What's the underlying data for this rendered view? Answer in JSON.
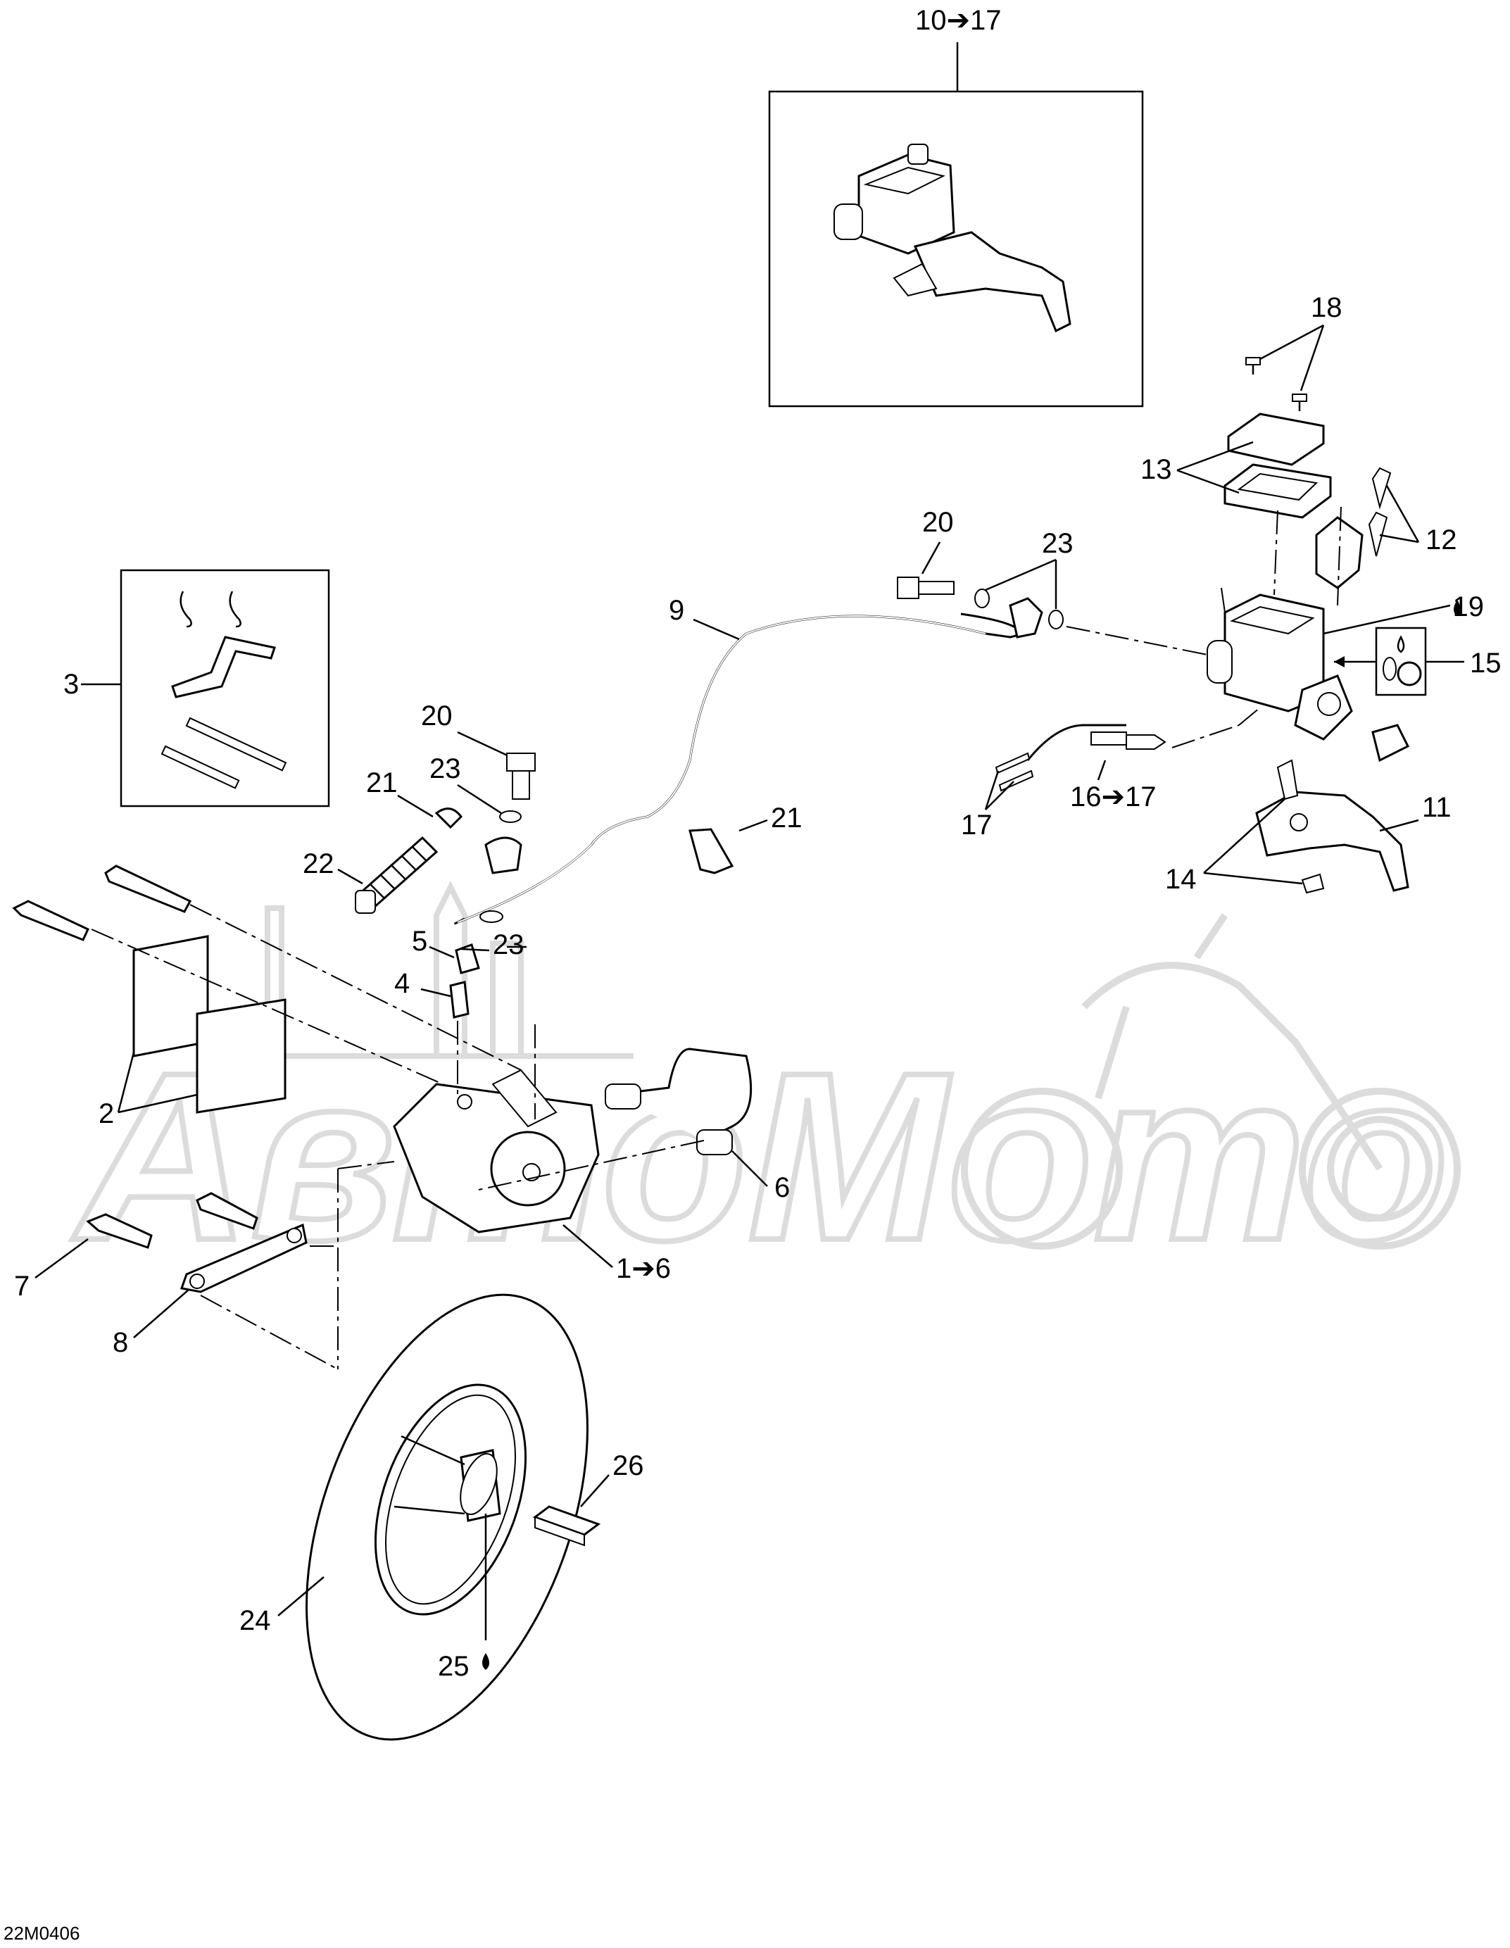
{
  "diagram_code": "22M0406",
  "watermark": "АвтоМото",
  "callouts": {
    "c10_17": "10➔17",
    "c18": "18",
    "c13": "13",
    "c12": "12",
    "c19": "19",
    "c15": "15",
    "c20a": "20",
    "c23a": "23",
    "c9": "9",
    "c3": "3",
    "c20b": "20",
    "c23b": "23",
    "c21a": "21",
    "c21b": "21",
    "c22": "22",
    "c5": "5",
    "c23c": "23",
    "c4": "4",
    "c16_17": "16➔17",
    "c17": "17",
    "c11": "11",
    "c14": "14",
    "c2": "2",
    "c6": "6",
    "c1_6": "1➔6",
    "c7": "7",
    "c8": "8",
    "c26": "26",
    "c24": "24",
    "c25": "25"
  },
  "icons": {
    "grease_drop": "drop-icon",
    "arrow": "arrow-icon"
  },
  "colors": {
    "line": "#000000",
    "watermark": "#dcdcdc",
    "background": "#ffffff"
  }
}
